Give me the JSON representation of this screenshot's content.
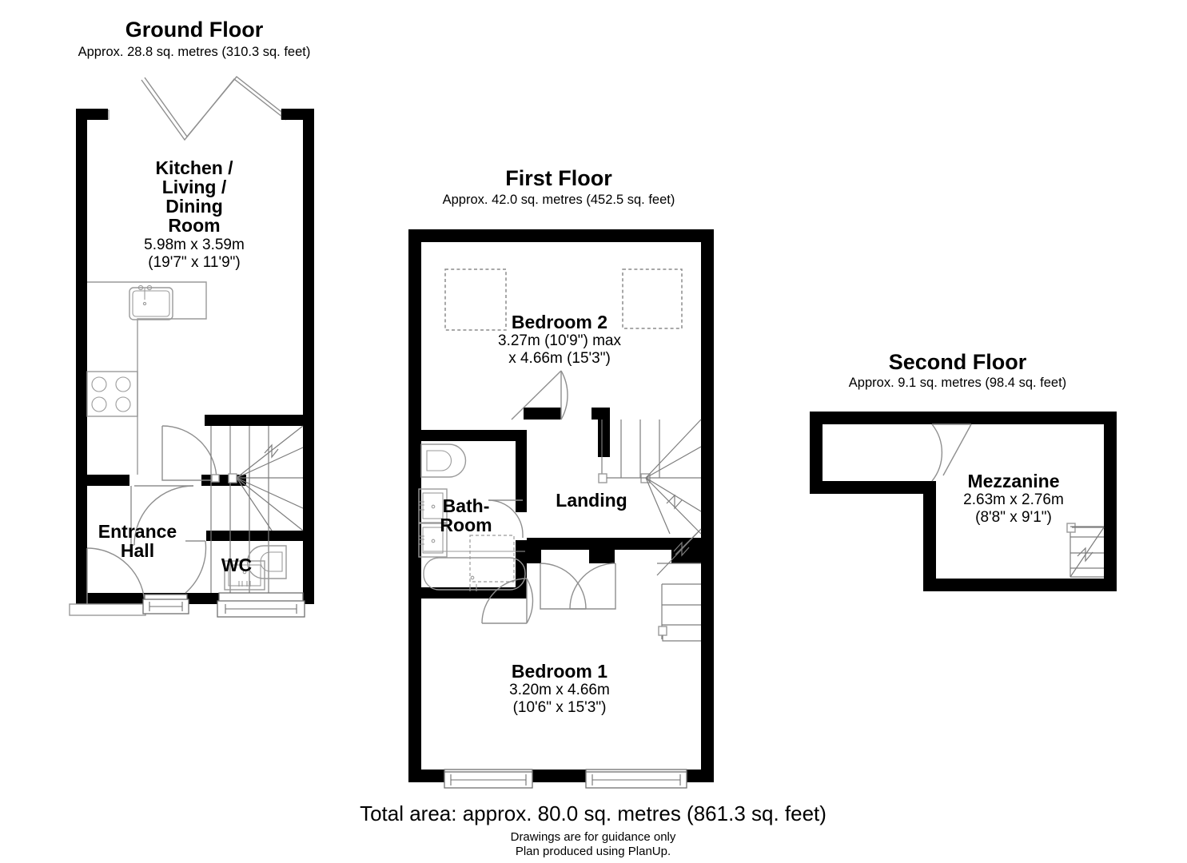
{
  "document": {
    "type": "floor-plan",
    "total_area": "Total area: approx. 80.0 sq. metres (861.3 sq. feet)",
    "disclaimer_line1": "Drawings are for guidance only",
    "disclaimer_line2": "Plan produced using PlanUp.",
    "colors": {
      "wall": "#000000",
      "fixture": "#9a9a9a",
      "text": "#000000",
      "background": "#ffffff"
    }
  },
  "floors": {
    "ground": {
      "title": "Ground Floor",
      "area": "Approx. 28.8 sq. metres (310.3 sq. feet)",
      "rooms": [
        {
          "name_line1": "Kitchen /",
          "name_line2": "Living /",
          "name_line3": "Dining",
          "name_line4": "Room",
          "dim_metric": "5.98m x 3.59m",
          "dim_imperial": "(19'7\" x 11'9\")"
        },
        {
          "name_line1": "Entrance",
          "name_line2": "Hall",
          "dim_metric": "",
          "dim_imperial": ""
        },
        {
          "name_line1": "WC",
          "dim_metric": "",
          "dim_imperial": ""
        }
      ]
    },
    "first": {
      "title": "First Floor",
      "area": "Approx. 42.0 sq. metres (452.5 sq. feet)",
      "rooms": [
        {
          "name_line1": "Bedroom 2",
          "dim_metric": "3.27m (10'9\") max",
          "dim_imperial": "x 4.66m (15'3\")"
        },
        {
          "name_line1": "Bath-",
          "name_line2": "Room",
          "dim_metric": "",
          "dim_imperial": ""
        },
        {
          "name_line1": "Landing",
          "dim_metric": "",
          "dim_imperial": ""
        },
        {
          "name_line1": "Bedroom 1",
          "dim_metric": "3.20m x 4.66m",
          "dim_imperial": "(10'6\" x 15'3\")"
        }
      ]
    },
    "second": {
      "title": "Second Floor",
      "area": "Approx. 9.1 sq. metres (98.4 sq. feet)",
      "rooms": [
        {
          "name_line1": "Mezzanine",
          "dim_metric": "2.63m x 2.76m",
          "dim_imperial": "(8'8\" x 9'1\")"
        }
      ]
    }
  },
  "fixtures": {
    "kitchen_sink": "sink-icon",
    "kitchen_hob": "hob-icon",
    "kitchen_bifold_door": "bifold-door-icon",
    "wc_toilet": "toilet-icon",
    "wc_basin": "basin-icon",
    "bath_toilet": "toilet-icon",
    "bath_basin_1": "basin-icon",
    "bath_basin_2": "basin-icon",
    "bath_tub": "bathtub-icon",
    "ground_stairs": "staircase-icon",
    "landing_stairs_up": "staircase-icon",
    "landing_stairs_down": "staircase-icon",
    "mezzanine_stairs": "staircase-icon",
    "roof_light_1": "roof-light-icon",
    "roof_light_2": "roof-light-icon"
  }
}
